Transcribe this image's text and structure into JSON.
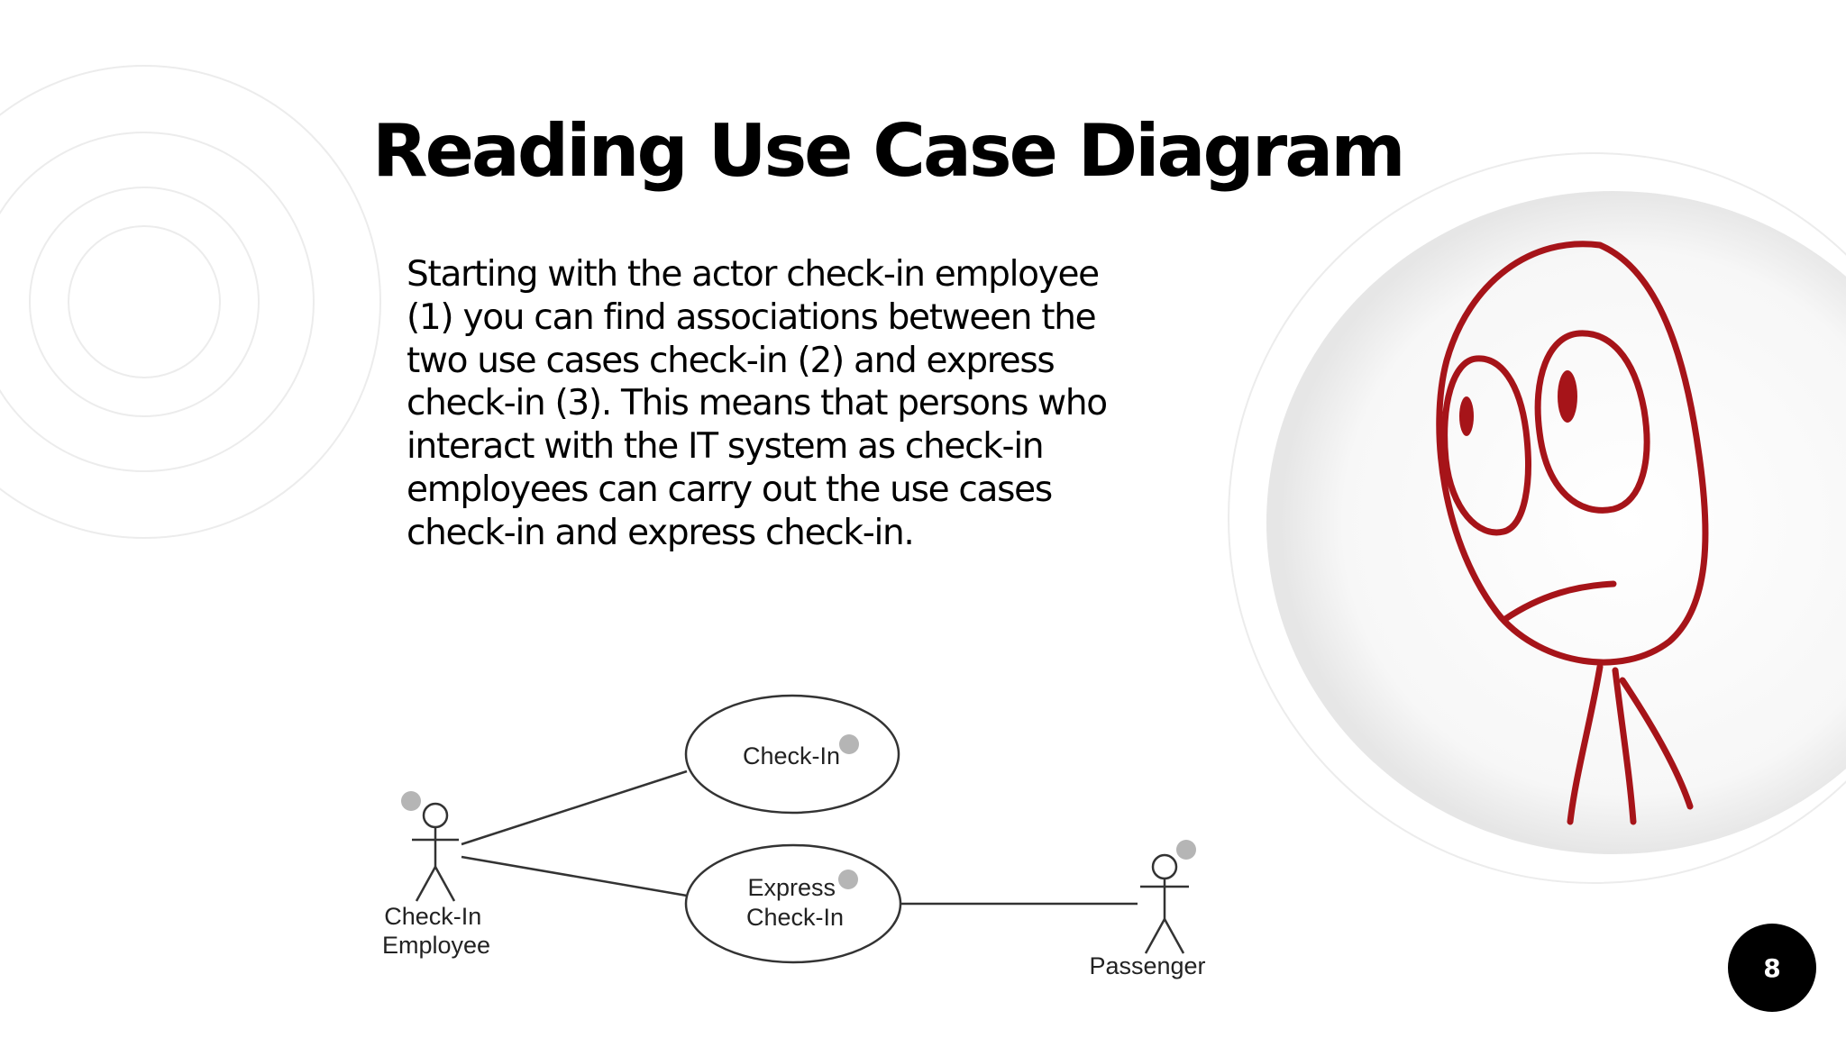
{
  "slide": {
    "title": "Reading Use Case Diagram",
    "body_lines": [
      "Starting with the actor check-in employee",
      "(1) you can find associations between the",
      "two use cases check-in (2) and express",
      "check-in (3). This means that persons who",
      "interact with the IT system as check-in",
      "employees can carry out the use cases",
      "check-in and express check-in."
    ],
    "page_number": "8"
  },
  "diagram": {
    "actors": [
      {
        "id": "employee",
        "label_lines": [
          "Check-In",
          "Employee"
        ]
      },
      {
        "id": "passenger",
        "label_lines": [
          "Passenger"
        ]
      }
    ],
    "use_cases": [
      {
        "id": "checkin",
        "label_lines": [
          "Check-In"
        ]
      },
      {
        "id": "express",
        "label_lines": [
          "Express",
          "Check-In"
        ]
      }
    ]
  },
  "colors": {
    "illustration_stroke": "#a61419",
    "ring_stroke": "#ececec",
    "badge_background": "#000000",
    "badge_text": "#ffffff"
  },
  "icons": {
    "illustration": "worried-stick-figure-face"
  }
}
